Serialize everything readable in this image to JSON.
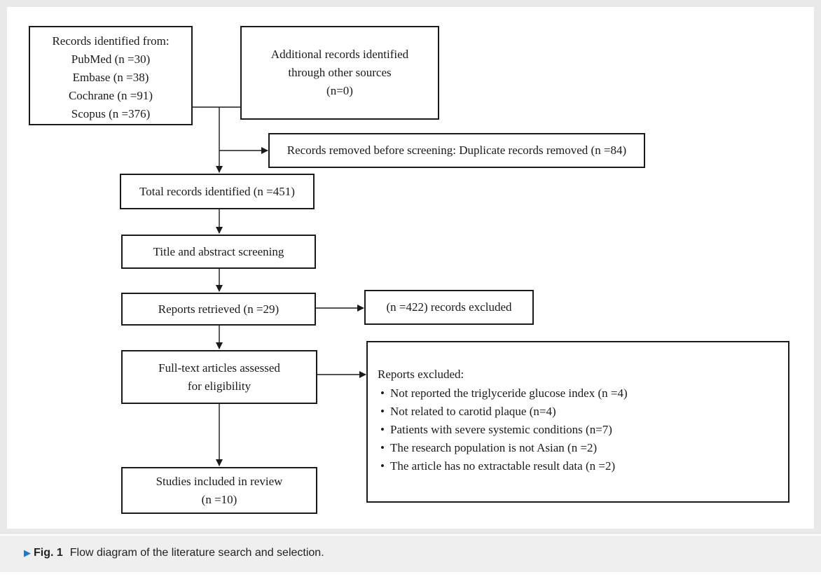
{
  "sources": {
    "title": "Records identified from:",
    "databases": [
      "PubMed (n =30)",
      "Embase (n =38)",
      "Cochrane (n =91)",
      "Scopus (n =376)"
    ]
  },
  "additional": {
    "lines": [
      "Additional records identified",
      "through other sources",
      "(n=0)"
    ]
  },
  "duplicates": {
    "text": "Records removed before screening: Duplicate records removed (n =84)"
  },
  "total": {
    "text": "Total records identified (n =451)"
  },
  "screening": {
    "text": "Title and abstract screening"
  },
  "retrieved": {
    "text": "Reports retrieved (n =29)"
  },
  "excluded_records": {
    "text": "(n =422) records excluded"
  },
  "fulltext": {
    "lines": [
      "Full-text articles assessed",
      "for eligibility"
    ]
  },
  "reports_excluded": {
    "title": "Reports excluded:",
    "items": [
      "Not reported the triglyceride glucose index (n =4)",
      "Not related to carotid plaque (n=4)",
      "Patients with severe systemic conditions (n=7)",
      "The research population is not Asian (n =2)",
      "The article has no extractable result data (n =2)"
    ]
  },
  "included": {
    "lines": [
      "Studies included in review",
      "(n =10)"
    ]
  },
  "caption": {
    "label": "Fig. 1",
    "text": "Flow diagram of the literature search and selection."
  },
  "colors": {
    "frame": "#e9e9e9",
    "caption_bar": "#efefef",
    "caption_marker": "#1f78c8",
    "stroke": "#1a1a1a"
  }
}
